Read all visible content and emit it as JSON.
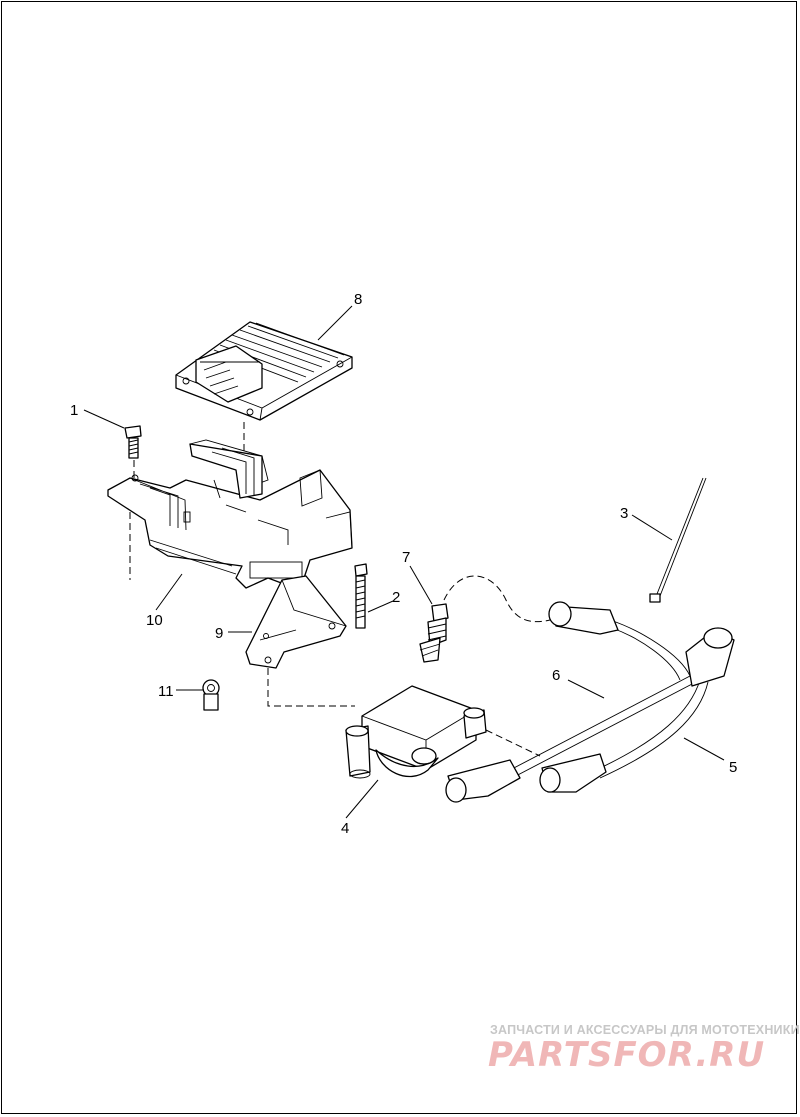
{
  "callouts": [
    {
      "id": "1",
      "text": "1"
    },
    {
      "id": "2",
      "text": "2"
    },
    {
      "id": "3",
      "text": "3"
    },
    {
      "id": "4",
      "text": "4"
    },
    {
      "id": "5",
      "text": "5"
    },
    {
      "id": "6",
      "text": "6"
    },
    {
      "id": "7",
      "text": "7"
    },
    {
      "id": "8",
      "text": "8"
    },
    {
      "id": "9",
      "text": "9"
    },
    {
      "id": "10",
      "text": "10"
    },
    {
      "id": "11",
      "text": "11"
    }
  ],
  "watermark": {
    "tagline": "ЗАПЧАСТИ И АКСЕССУАРЫ ДЛЯ МОТОТЕХНИКИ",
    "logo": "PARTSFOR.RU"
  }
}
